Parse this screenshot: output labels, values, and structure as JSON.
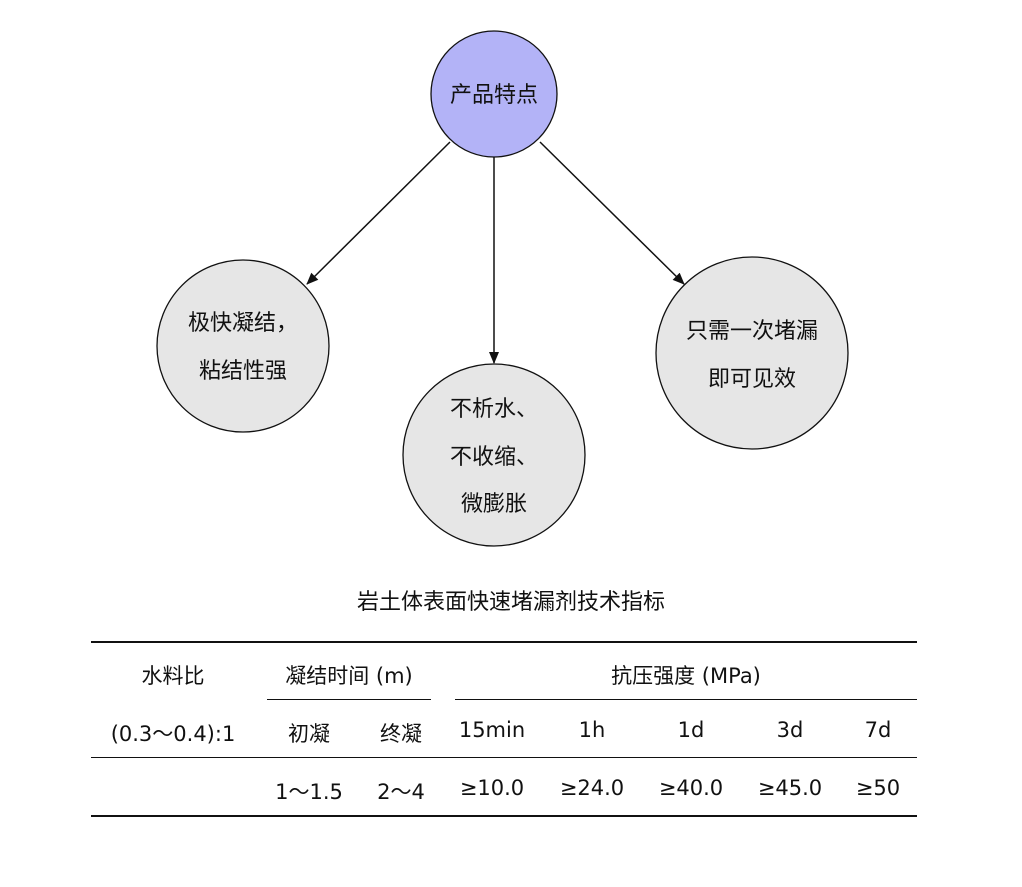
{
  "diagram": {
    "root": {
      "label": "产品特点",
      "color": "#b3b3f7"
    },
    "children": [
      {
        "lines": [
          "极快凝结，",
          "粘结性强"
        ],
        "color": "#e6e6e6"
      },
      {
        "lines": [
          "不析水、",
          "不收缩、",
          "微膨胀"
        ],
        "color": "#e6e6e6"
      },
      {
        "lines": [
          "只需一次堵漏",
          "即可见效"
        ],
        "color": "#e6e6e6"
      }
    ]
  },
  "table": {
    "title": "岩土体表面快速堵漏剂技术指标",
    "header_row1": {
      "water_ratio": "水料比",
      "setting_time": "凝结时间 (m)",
      "compressive_strength": "抗压强度 (MPa)"
    },
    "header_row2": {
      "ratio_value": "(0.3～0.4):1",
      "initial_set": "初凝",
      "final_set": "终凝",
      "t15min": "15min",
      "t1h": "1h",
      "t1d": "1d",
      "t3d": "3d",
      "t7d": "7d"
    },
    "data_row": {
      "initial_set": "1～1.5",
      "final_set": "2～4",
      "t15min": "≥10.0",
      "t1h": "≥24.0",
      "t1d": "≥40.0",
      "t3d": "≥45.0",
      "t7d": "≥50"
    }
  }
}
